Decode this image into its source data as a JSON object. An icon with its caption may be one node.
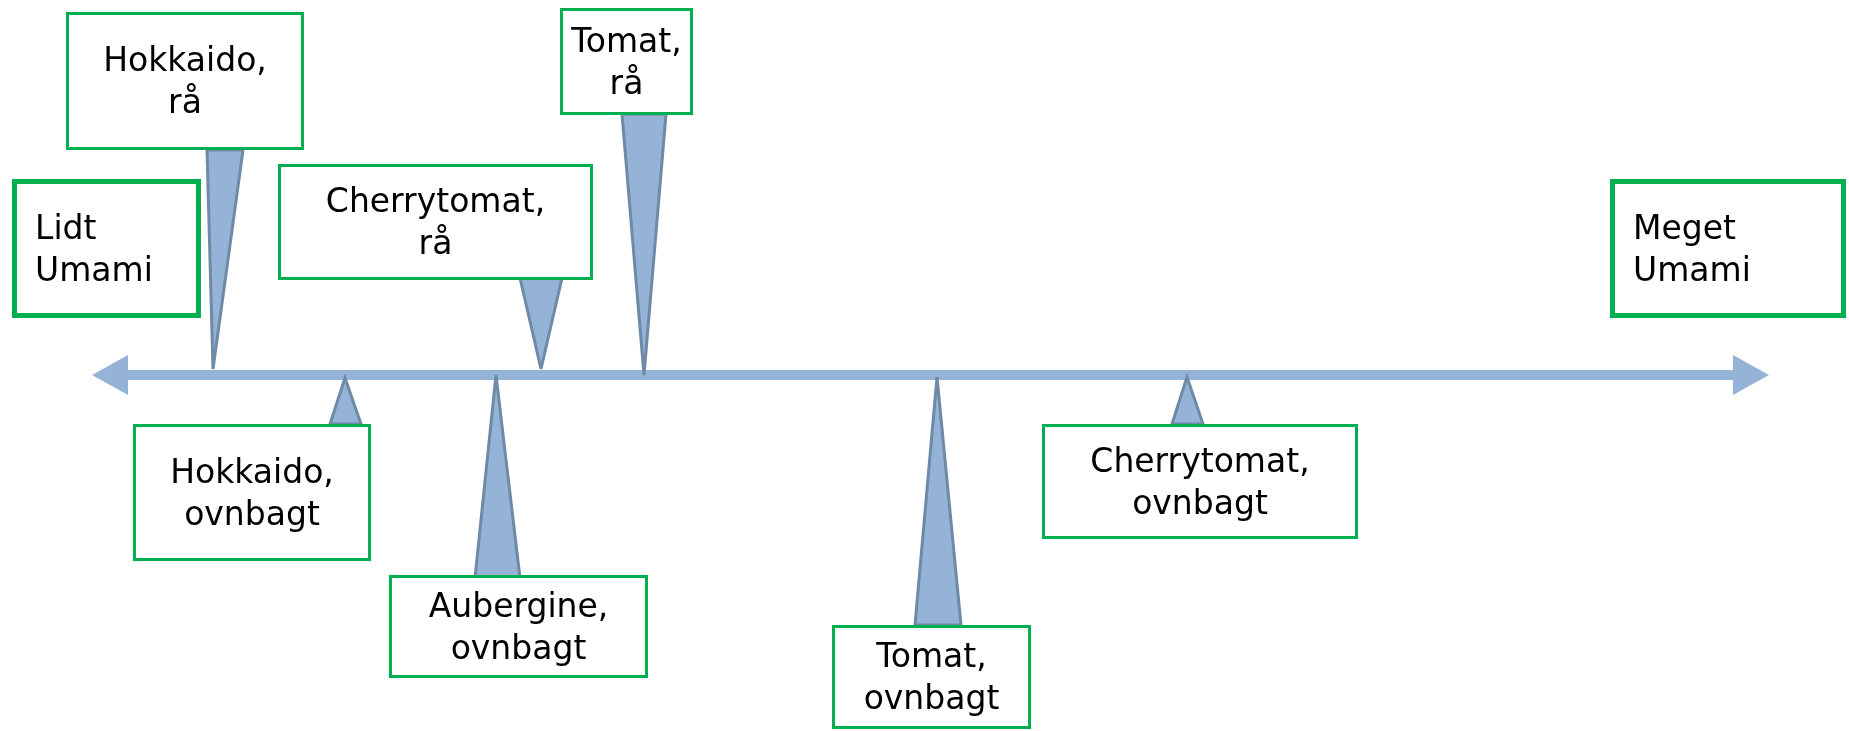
{
  "diagram": {
    "nodes": [
      {
        "text": [
          "Lidt Umami"
        ]
      },
      {
        "text": [
          "Hokkaido, rå"
        ]
      },
      {
        "text": [
          "Cherrytomat, rå"
        ]
      },
      {
        "text": [
          "Tomat, rå"
        ]
      },
      {
        "text": [
          "Meget Umami"
        ]
      },
      {
        "text": [
          "Hokkaido, ovnbagt"
        ]
      },
      {
        "text": [
          "Aubergine, ovnbagt"
        ]
      },
      {
        "text": [
          "Tomat, ovnbagt"
        ]
      },
      {
        "text": [
          "Cherrytomat, ovnbagt"
        ]
      }
    ],
    "edges": [
      {
        "from": 1,
        "to": null,
        "arrow": "to"
      },
      {
        "from": 2,
        "to": null,
        "arrow": "to"
      },
      {
        "from": 3,
        "to": null,
        "arrow": "to"
      },
      {
        "from": 5,
        "to": null,
        "arrow": "to"
      },
      {
        "from": 6,
        "to": null,
        "arrow": "to"
      },
      {
        "from": 7,
        "to": null,
        "arrow": "to"
      },
      {
        "from": 8,
        "to": null,
        "arrow": "to"
      }
    ]
  }
}
